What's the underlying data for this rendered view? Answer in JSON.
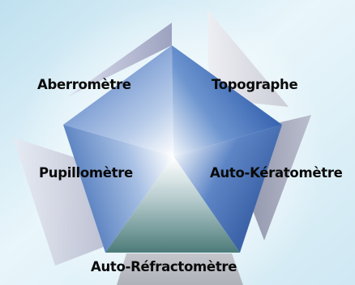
{
  "labels": {
    "top_left": "Aberromètre",
    "top_right": "Topographe",
    "mid_left": "Pupillomètre",
    "mid_right": "Auto-Kératomètre",
    "bottom": "Auto-Réfractomètre"
  },
  "colors": {
    "background": "#d6edf6",
    "segment_blue_light": "#ffffff",
    "segment_blue_mid": "#7fa3d6",
    "segment_blue_dark": "#3b68b0",
    "segment_teal_light": "#f2f7f7",
    "segment_teal_dark": "#4f7e7c",
    "back_blade": "#9a9db4",
    "label_text": "#0a0a0a"
  }
}
